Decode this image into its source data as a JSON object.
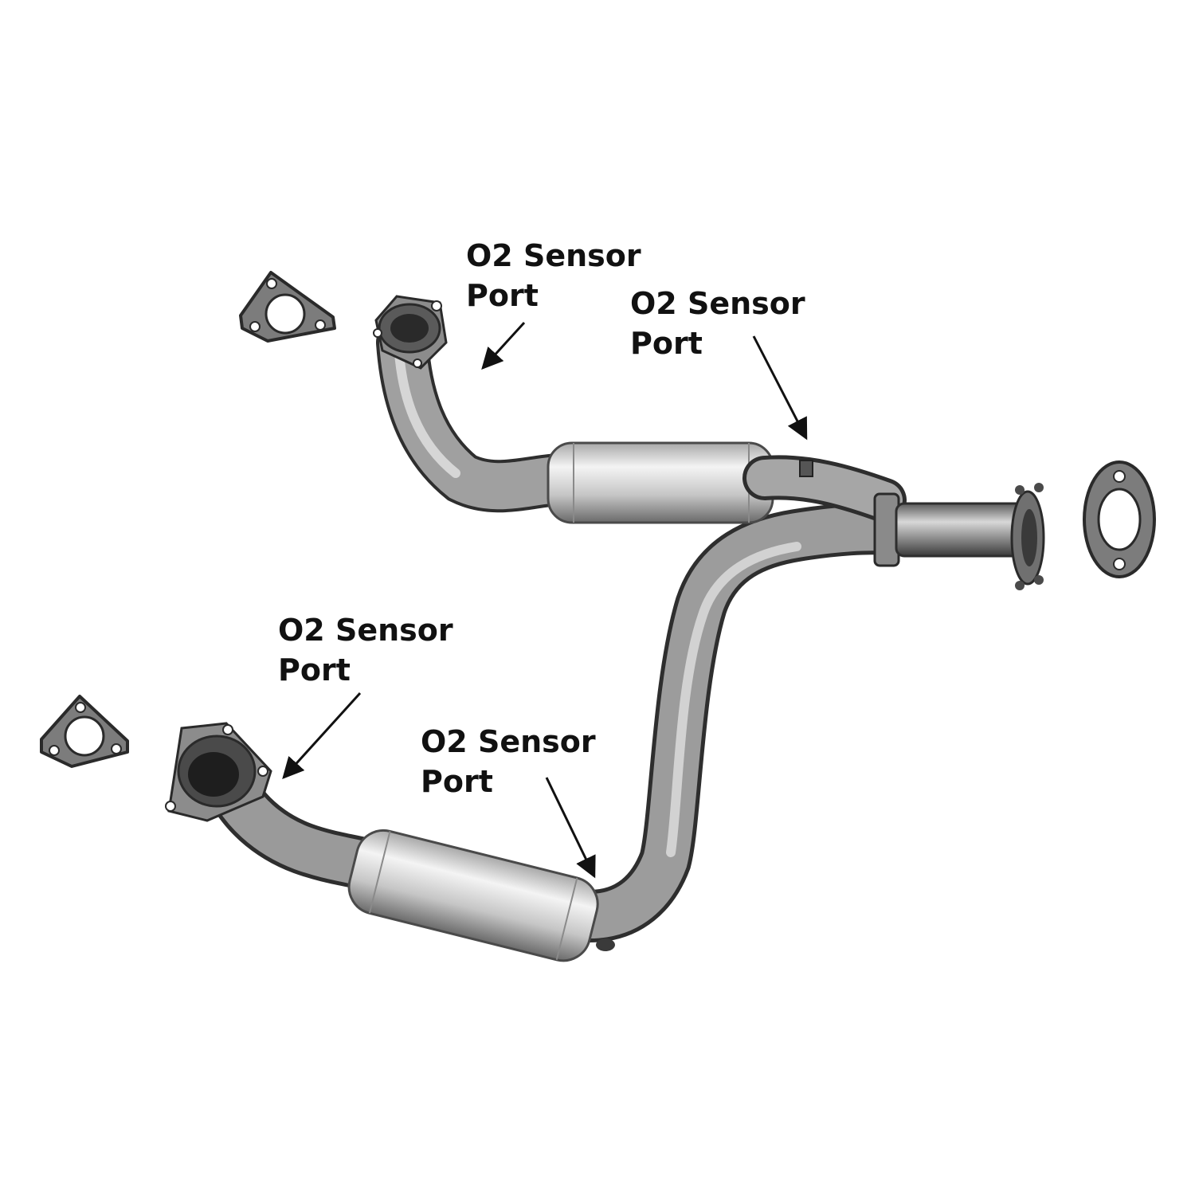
{
  "callouts": [
    {
      "line1": "O2 Sensor",
      "line2": "Port"
    },
    {
      "line1": "O2 Sensor",
      "line2": "Port"
    },
    {
      "line1": "O2 Sensor",
      "line2": "Port"
    },
    {
      "line1": "O2 Sensor",
      "line2": "Port"
    }
  ],
  "colors": {
    "background": "#ffffff",
    "text": "#111111",
    "metal_light": "#e2e2e2",
    "metal_mid": "#9a9a9a",
    "metal_dark": "#3c3c3c"
  }
}
